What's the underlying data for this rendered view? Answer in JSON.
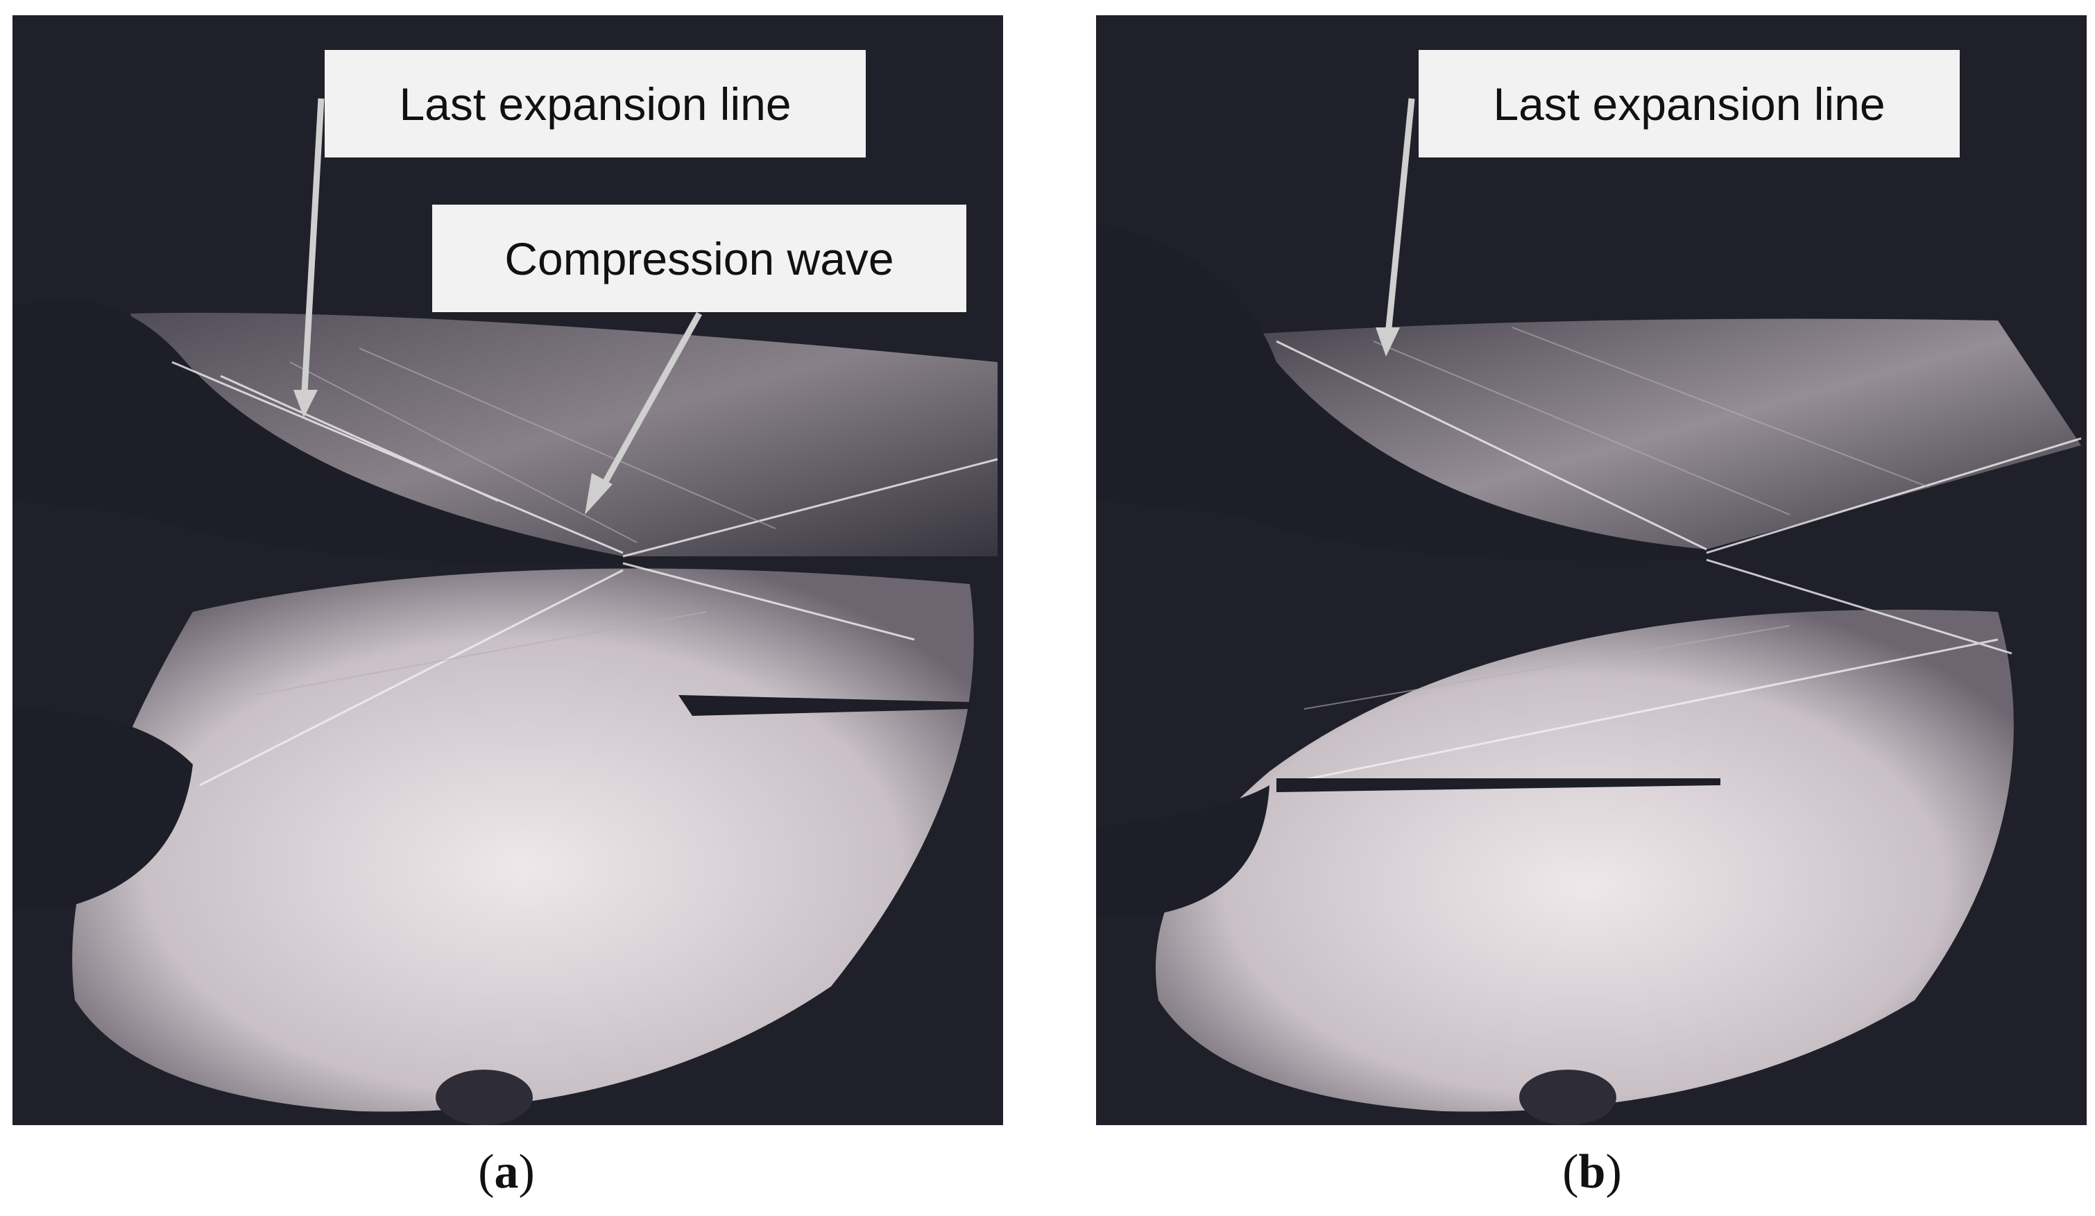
{
  "figure": {
    "panels": [
      {
        "id": "a",
        "label_open": "(",
        "label_letter": "a",
        "label_close": ")",
        "callouts": [
          "Last expansion line",
          "Compression wave"
        ]
      },
      {
        "id": "b",
        "label_open": "(",
        "label_letter": "b",
        "label_close": ")",
        "callouts": [
          "Last expansion line"
        ]
      }
    ]
  },
  "colors": {
    "background": "#1f2029",
    "flow_light": "#e9e3e6",
    "callout_box": "#f2f2f2",
    "arrow": "#cfcfcf"
  }
}
